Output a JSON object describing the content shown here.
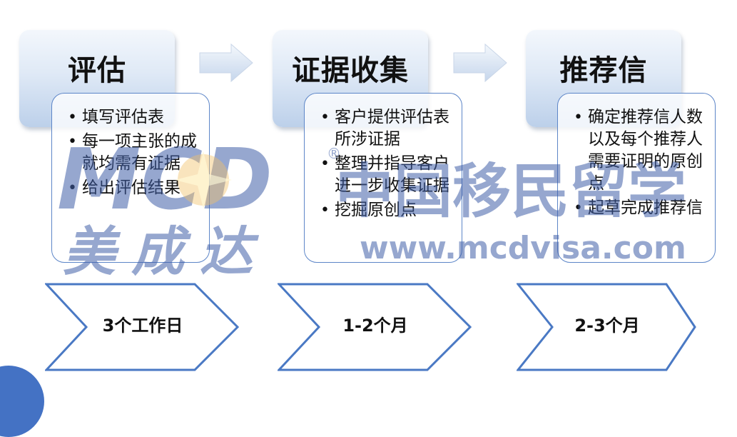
{
  "stages": [
    {
      "title": "评估",
      "bullets": [
        "填写评估表",
        "每一项主张的成就均需有证据",
        "给出评估结果"
      ],
      "duration": "3个工作日"
    },
    {
      "title": "证据收集",
      "bullets": [
        "客户提供评估表所涉证据",
        "整理并指导客户进一步收集证据",
        "挖掘原创点"
      ],
      "duration": "1-2个月"
    },
    {
      "title": "推荐信",
      "bullets": [
        "确定推荐信人数以及每个推荐人需要证明的原创点",
        "起草完成推荐信"
      ],
      "duration": "2-3个月"
    }
  ],
  "watermark": {
    "logo": "MCD",
    "registered": "®",
    "company_cn": "美成达",
    "slogan_cn": "中国移民留学",
    "url": "www.mcdvisa.com"
  },
  "colors": {
    "box_gradient_top": "#f3f7fc",
    "box_gradient_bottom": "#bcd0ea",
    "card_border": "#5d86c8",
    "chevron_stroke": "#4a79c4",
    "watermark": "#3f5ea8",
    "corner_dot": "#4472c4"
  }
}
